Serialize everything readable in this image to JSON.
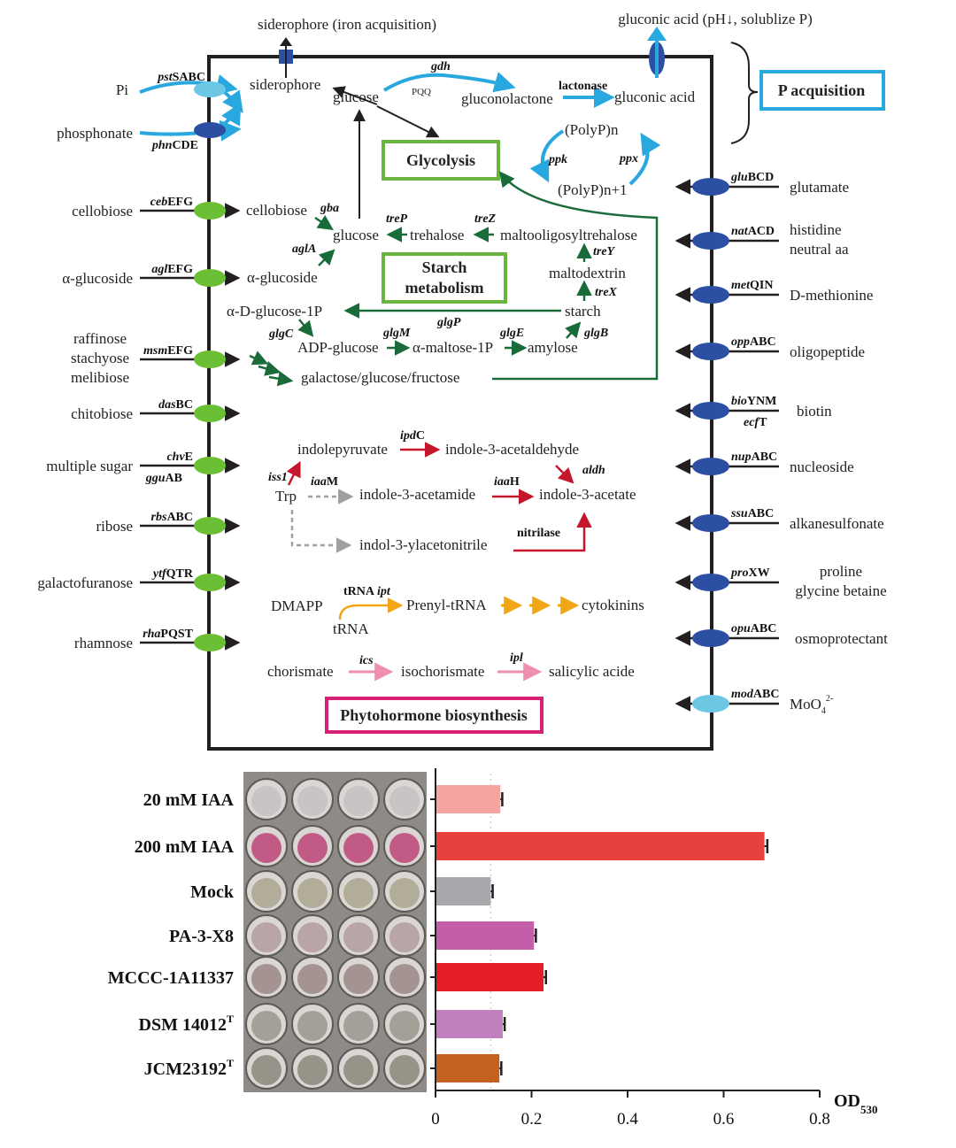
{
  "header": {
    "siderophore_export": "siderophore (iron acquisition)",
    "gluconic_export": "gluconic acid (pH↓, solublize P)",
    "p_acquisition": "P acquisition"
  },
  "left_transporters": [
    {
      "substrate": "Pi",
      "gene_italic": "pst",
      "gene_rest": "SABC"
    },
    {
      "substrate": "phosphonate",
      "gene_italic": "phn",
      "gene_rest": "CDE"
    },
    {
      "substrate": "cellobiose",
      "gene_italic": "ceb",
      "gene_rest": "EFG"
    },
    {
      "substrate": "α-glucoside",
      "gene_italic": "agl",
      "gene_rest": "EFG"
    },
    {
      "substrate_lines": [
        "raffinose",
        "stachyose",
        "melibiose"
      ],
      "gene_italic": "msm",
      "gene_rest": "EFG"
    },
    {
      "substrate": "chitobiose",
      "gene_italic": "das",
      "gene_rest": "BC"
    },
    {
      "substrate": "multiple sugar",
      "gene_italic": "chv",
      "gene_rest": "E",
      "gene2_italic": "ggu",
      "gene2_rest": "AB"
    },
    {
      "substrate": "ribose",
      "gene_italic": "rbs",
      "gene_rest": "ABC"
    },
    {
      "substrate": "galactofuranose",
      "gene_italic": "ytf",
      "gene_rest": "QTR"
    },
    {
      "substrate": "rhamnose",
      "gene_italic": "rha",
      "gene_rest": "PQST"
    }
  ],
  "right_transporters": [
    {
      "substrate": "glutamate",
      "gene_italic": "glu",
      "gene_rest": "BCD"
    },
    {
      "substrate_lines": [
        "histidine",
        "neutral aa"
      ],
      "gene_italic": "nat",
      "gene_rest": "ACD"
    },
    {
      "substrate": "D-methionine",
      "gene_italic": "met",
      "gene_rest": "QIN"
    },
    {
      "substrate": "oligopeptide",
      "gene_italic": "opp",
      "gene_rest": "ABC"
    },
    {
      "substrate": "biotin",
      "gene_italic": "bio",
      "gene_rest": "YNM",
      "gene2_italic": "ecf",
      "gene2_rest": "T"
    },
    {
      "substrate": "nucleoside",
      "gene_italic": "nup",
      "gene_rest": "ABC"
    },
    {
      "substrate": "alkanesulfonate",
      "gene_italic": "ssu",
      "gene_rest": "ABC"
    },
    {
      "substrate_lines": [
        "proline",
        "glycine betaine"
      ],
      "gene_italic": "pro",
      "gene_rest": "XW"
    },
    {
      "substrate": "osmoprotectant",
      "gene_italic": "opu",
      "gene_rest": "ABC"
    },
    {
      "substrate": "MoO",
      "sub": "4",
      "sup": "2-",
      "gene_italic": "mod",
      "gene_rest": "ABC"
    }
  ],
  "metabolites": {
    "siderophore": "siderophore",
    "glucose": "glucose",
    "gluconolactone": "gluconolactone",
    "gluconic_acid": "gluconic acid",
    "polyp_n": "(PolyP)n",
    "polyp_n1": "(PolyP)n+1",
    "cellobiose": "cellobiose",
    "glucose2": "glucose",
    "trehalose": "trehalose",
    "maltooligosyltrehalose": "maltooligosyltrehalose",
    "alpha_glucoside": "α-glucoside",
    "maltodextrin": "maltodextrin",
    "starch": "starch",
    "adg1p": "α-D-glucose-1P",
    "adp_glucose": "ADP-glucose",
    "amaltose": "α-maltose-1P",
    "amylose": "amylose",
    "gal_glc_fru": "galactose/glucose/fructose",
    "indolepyruvate": "indolepyruvate",
    "indole_acetaldehyde": "indole-3-acetaldehyde",
    "trp": "Trp",
    "indole_acetamide": "indole-3-acetamide",
    "indole_acetate": "indole-3-acetate",
    "indolylacetonitrile": "indol-3-ylacetonitrile",
    "dmapp": "DMAPP",
    "prenyl_trna": "Prenyl-tRNA",
    "cytokinins": "cytokinins",
    "trna": "tRNA",
    "chorismate": "chorismate",
    "isochorismate": "isochorismate",
    "salicylic": "salicylic acide"
  },
  "enzymes": {
    "gdh": "gdh",
    "pqq": "PQQ",
    "lactonase": "lactonase",
    "ppk": "ppk",
    "ppx": "ppx",
    "gba": "gba",
    "treP": "treP",
    "treZ": "treZ",
    "treY": "treY",
    "aglA": "aglA",
    "treX": "treX",
    "glgP": "glgP",
    "glgC": "glgC",
    "glgM": "glgM",
    "glgE": "glgE",
    "glgB": "glgB",
    "ipdC": "ipdC",
    "iss1": "iss1",
    "iaaM": "iaaM",
    "iaaH": "iaaH",
    "aldh": "aldh",
    "nitrilase": "nitrilase",
    "trna_ipt_a": "tRNA",
    "trna_ipt_b": "ipt",
    "ics": "ics",
    "ipl": "ipl"
  },
  "boxes": {
    "glycolysis": "Glycolysis",
    "starch_line1": "Starch",
    "starch_line2": "metabolism",
    "phyto": "Phytohormone biosynthesis"
  },
  "colors": {
    "p_blue": "#29a8e0",
    "dark_blue": "#2c4fa3",
    "light_blue": "#6cc7e5",
    "green_sugar": "#6abf35",
    "green_path": "#1a6b3a",
    "red_iaa": "#c4172c",
    "orange": "#f2a516",
    "pink": "#ee8fb0",
    "box_green": "#6ab540",
    "box_magenta": "#d7207a"
  },
  "chart_data": {
    "type": "bar",
    "orientation": "horizontal",
    "categories": [
      "20 mM IAA",
      "200 mM IAA",
      "Mock",
      "PA-3-X8",
      "MCCC-1A11337",
      "DSM 14012",
      "JCM23192"
    ],
    "category_superscripts": [
      "",
      "",
      "",
      "",
      "",
      "T",
      "T"
    ],
    "values": [
      0.135,
      0.685,
      0.115,
      0.205,
      0.225,
      0.14,
      0.133
    ],
    "errors": [
      0.004,
      0.006,
      0.004,
      0.004,
      0.005,
      0.004,
      0.004
    ],
    "bar_colors": [
      "#f4a5a2",
      "#e8413d",
      "#a7a9ac",
      "#c45ea8",
      "#e31e24",
      "#c17fbd",
      "#c3621f"
    ],
    "xlim": [
      0,
      0.8
    ],
    "xticks": [
      "0",
      "0.2",
      "0.4",
      "0.6",
      "0.8"
    ],
    "xlabel": "OD",
    "xlabel_sub": "530",
    "reference_line": 0.115,
    "well_colors": [
      "#c9c3c6",
      "#c25a86",
      "#b2ad99",
      "#b9a4a8",
      "#a59391",
      "#a4a097",
      "#969488"
    ]
  }
}
